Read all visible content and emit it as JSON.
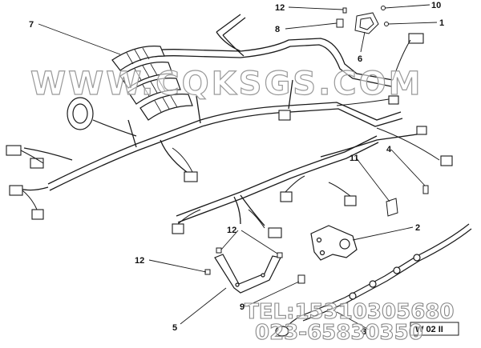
{
  "callouts": {
    "c1": "1",
    "c2": "2",
    "c3": "3",
    "c4": "4",
    "c5": "5",
    "c6": "6",
    "c7": "7",
    "c8": "8",
    "c9": "9",
    "c10": "10",
    "c11": "11",
    "c12a": "12",
    "c12b": "12",
    "c12c": "12"
  },
  "watermarks": {
    "site": "WWW.CQKSGS.COM",
    "phone": "TEL:15310305680",
    "phone2": "023-65830350"
  },
  "drawing_code": "W 02 II"
}
